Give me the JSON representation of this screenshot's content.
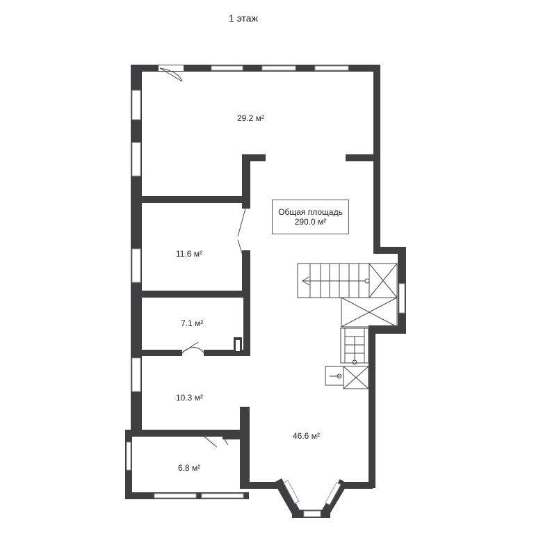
{
  "floor": {
    "title": "1 этаж"
  },
  "total": {
    "label": "Общая площадь",
    "value": "290.0 м²"
  },
  "rooms": [
    {
      "id": "room-top",
      "area": "29.2 м²"
    },
    {
      "id": "room-mid-left",
      "area": "11.6 м²"
    },
    {
      "id": "room-small",
      "area": "7.1 м²"
    },
    {
      "id": "room-lower-left",
      "area": "10.3 м²"
    },
    {
      "id": "room-hall",
      "area": "46.6 м²"
    },
    {
      "id": "room-bottom-left",
      "area": "6.8 м²"
    }
  ],
  "colors": {
    "wall": "#3f3f41",
    "window_frame": "#9a9a9a",
    "background": "#ffffff"
  }
}
